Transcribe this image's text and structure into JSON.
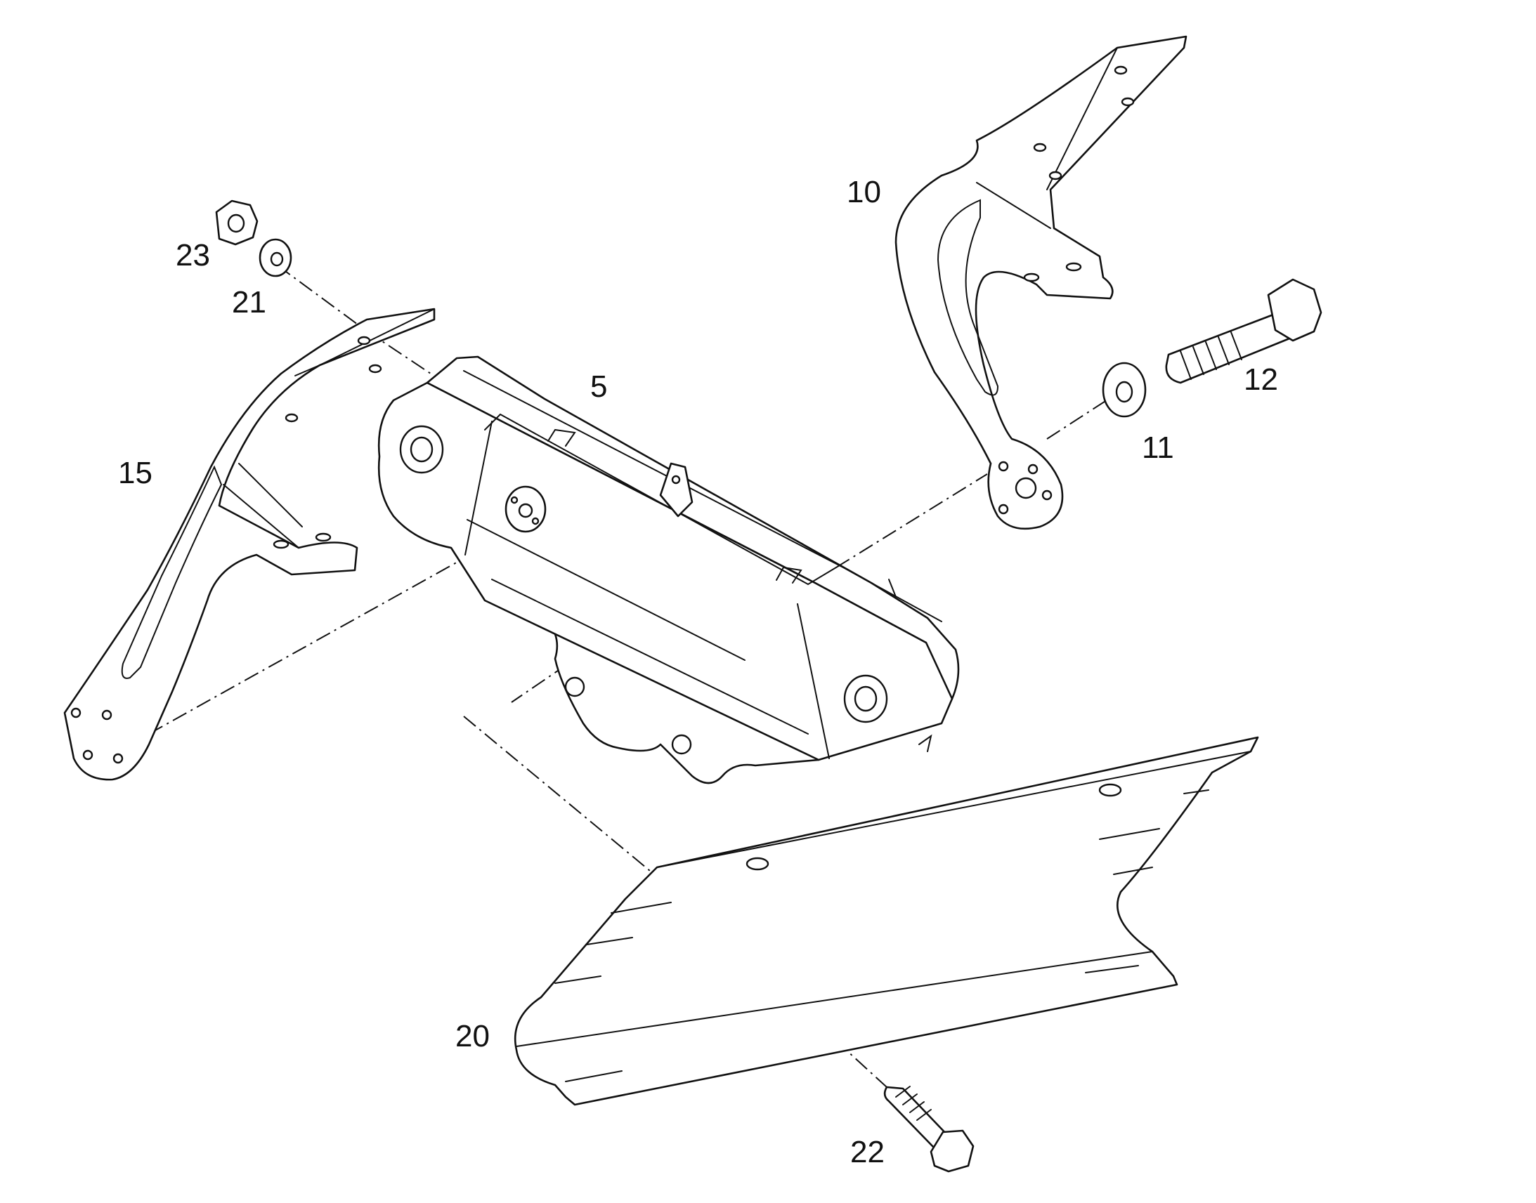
{
  "callouts": {
    "part_5": "5",
    "part_10": "10",
    "part_11": "11",
    "part_12": "12",
    "part_15": "15",
    "part_20": "20",
    "part_21": "21",
    "part_22": "22",
    "part_23": "23"
  }
}
